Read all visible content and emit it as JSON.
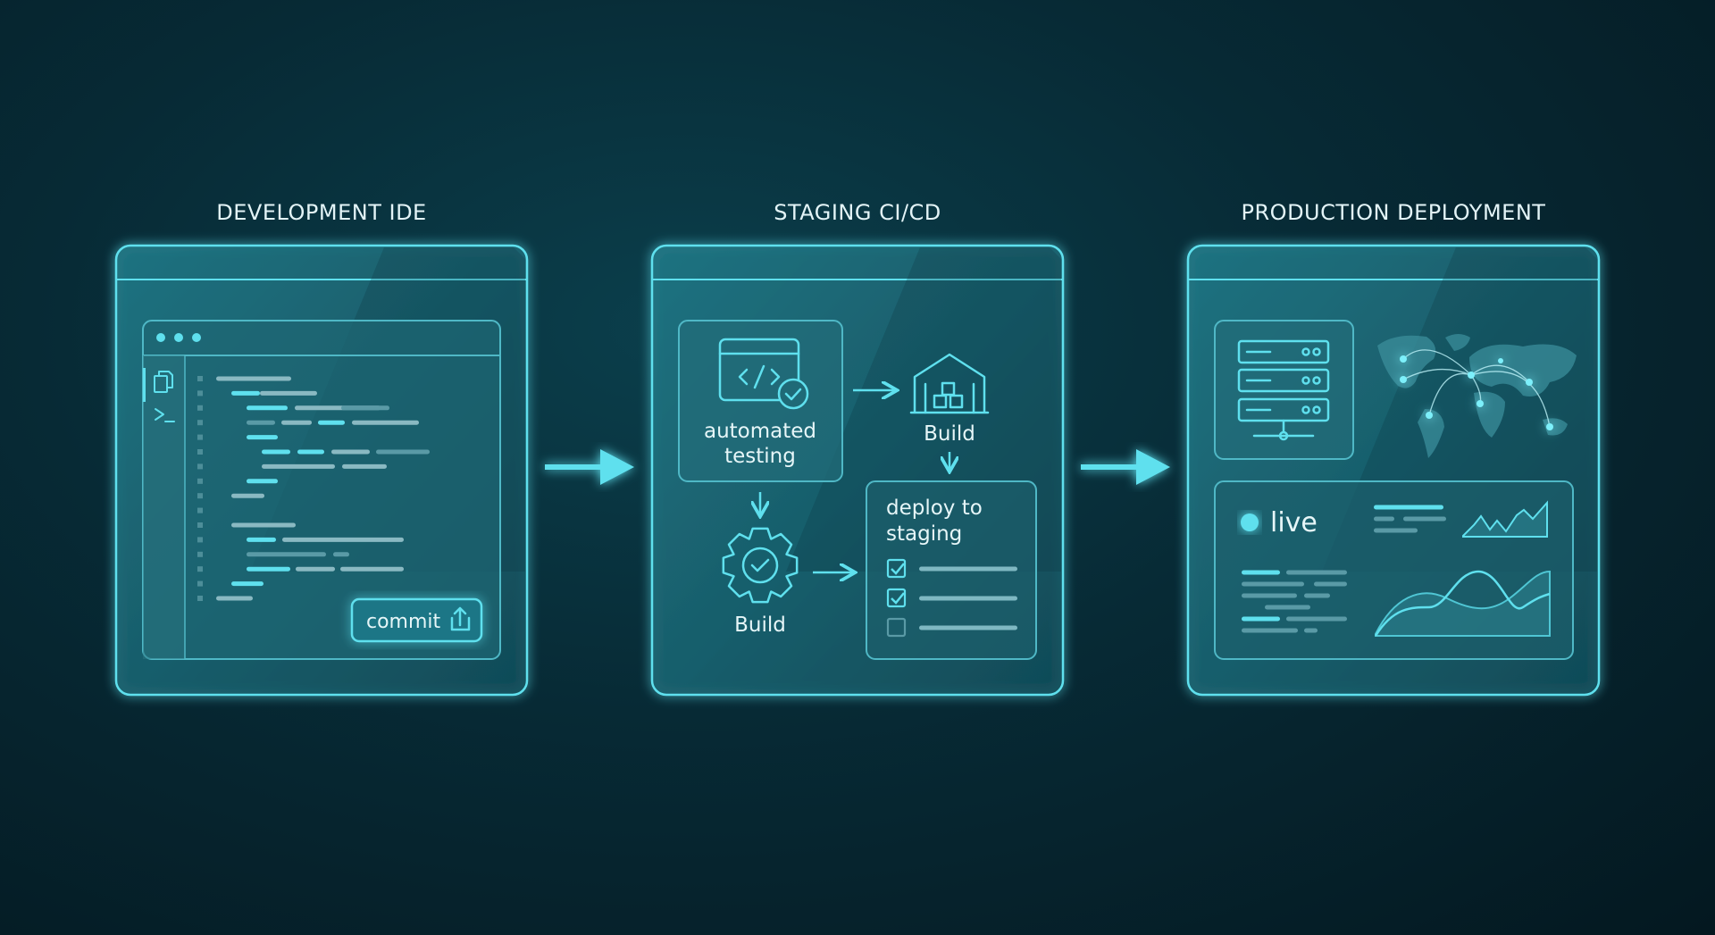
{
  "stages": [
    {
      "title": "DEVELOPMENT IDE",
      "button": {
        "label": "commit",
        "icon": "upload-icon"
      }
    },
    {
      "title": "STAGING CI/CD",
      "steps": {
        "testing": "automated testing",
        "testing_line1": "automated",
        "testing_line2": "testing",
        "build_top": "Build",
        "build_bottom": "Build",
        "deploy_line1": "deploy to",
        "deploy_line2": "staging"
      },
      "checklist": [
        true,
        true,
        false
      ]
    },
    {
      "title": "PRODUCTION DEPLOYMENT",
      "status": "live"
    }
  ],
  "colors": {
    "accent": "#5fe0ee",
    "background": "#062733",
    "panel": "#1b6270"
  }
}
